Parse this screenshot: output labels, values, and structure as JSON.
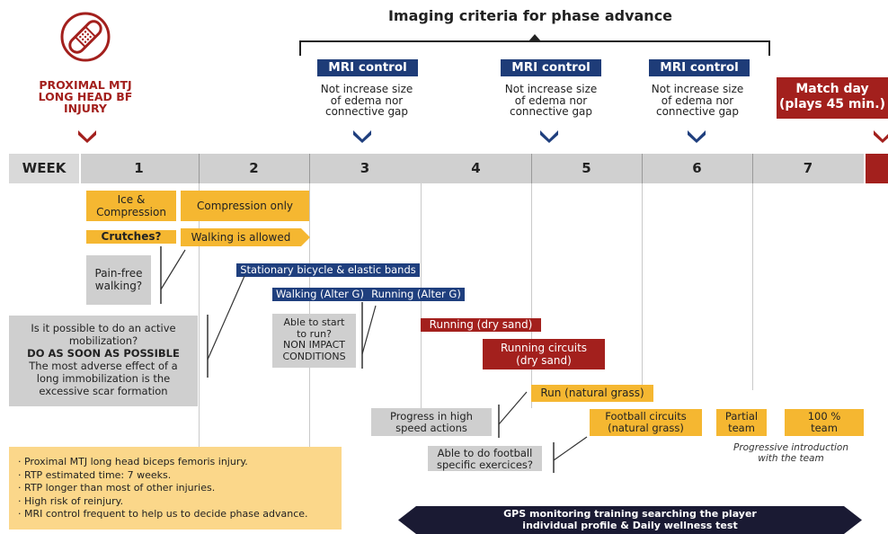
{
  "header": {
    "title": "Imaging criteria for phase advance",
    "mri": [
      {
        "label": "MRI control",
        "text": [
          "Not increase size",
          "of edema nor",
          "connective gap"
        ]
      },
      {
        "label": "MRI control",
        "text": [
          "Not increase size",
          "of edema nor",
          "connective gap"
        ]
      },
      {
        "label": "MRI control",
        "text": [
          "Not increase size",
          "of edema nor",
          "connective gap"
        ]
      }
    ],
    "match_day": [
      "Match day",
      "(plays 45 min.)"
    ],
    "injury": [
      "PROXIMAL MTJ",
      "LONG HEAD BF",
      "INJURY"
    ]
  },
  "weeks": {
    "label": "WEEK",
    "items": [
      "1",
      "2",
      "3",
      "4",
      "5",
      "6",
      "7"
    ]
  },
  "boxes": {
    "ice": [
      "Ice &",
      "Compression"
    ],
    "compression_only": "Compression only",
    "crutches": "Crutches?",
    "walking_allowed": "Walking is allowed",
    "pain_free": [
      "Pain-free",
      "walking?"
    ],
    "bicycle": "Stationary bicycle & elastic bands",
    "walking_alter": "Walking (Alter G)",
    "running_alter": "Running (Alter G)",
    "active_mob": [
      "Is it possible to do an active",
      "mobilization?",
      "DO AS SOON AS POSSIBLE",
      "The most adverse effect of a",
      "long immobilization is the",
      "excessive scar formation"
    ],
    "able_run": [
      "Able to start",
      "to run?",
      "NON IMPACT",
      "CONDITIONS"
    ],
    "running_sand": "Running (dry sand)",
    "running_circuits": [
      "Running circuits",
      "(dry sand)"
    ],
    "run_grass": "Run (natural grass)",
    "progress": [
      "Progress in high",
      "speed actions"
    ],
    "football_circuits": [
      "Football circuits",
      "(natural grass)"
    ],
    "partial_team": [
      "Partial",
      "team"
    ],
    "full_team": [
      "100 %",
      "team"
    ],
    "progressive_intro": [
      "Progressive introduction",
      "with the team"
    ],
    "able_football": [
      "Able to do football",
      "specific exercices?"
    ]
  },
  "summary": [
    "· Proximal MTJ long head biceps femoris injury.",
    "· RTP estimated time: 7 weeks.",
    "· RTP longer than most of other injuries.",
    "· High risk of reinjury.",
    "· MRI control frequent to help us to decide phase advance."
  ],
  "gps_banner": [
    "GPS monitoring training searching the player",
    "individual profile & Daily wellness test"
  ],
  "colors": {
    "navy": "#1f3f7e",
    "red": "#a3201d",
    "yellow": "#f5b731",
    "gray": "#cfcfcf",
    "summary_bg": "#fbd78a",
    "banner": "#1a1a33"
  },
  "icons": [
    "bandage-icon"
  ]
}
